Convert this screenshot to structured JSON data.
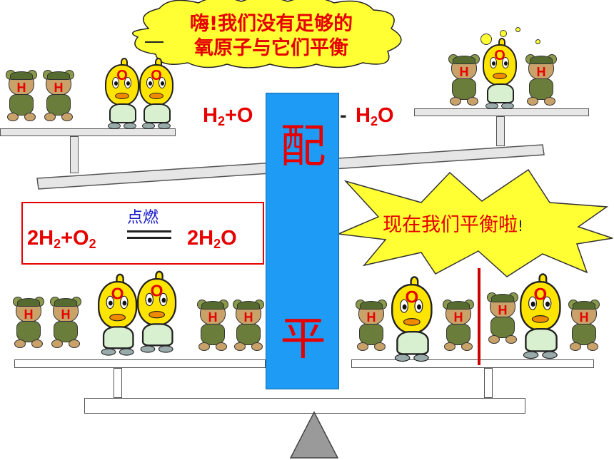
{
  "speech_bubble": {
    "line1": "嗨!我们没有足够的",
    "line2": "氧原子与它们平衡"
  },
  "top_left_pan": {
    "h_atoms": [
      "H",
      "H"
    ],
    "o_atoms": [
      "O",
      "O"
    ]
  },
  "top_right_pan": {
    "atoms": [
      "H",
      "O",
      "H"
    ]
  },
  "unbalanced_equation": {
    "h2_prefix": "H",
    "h2_sub": "2",
    "plus_o": "+O",
    "arrow": "-",
    "product": "H",
    "product_sub": "2",
    "product_o": "O"
  },
  "balanced_box": {
    "condition": "点燃",
    "coef_h2": "2H",
    "h2_sub": "2",
    "plus_o2": "+O",
    "o2_sub": "2",
    "product": "2H",
    "product_sub": "2",
    "product_o": "O"
  },
  "starburst": {
    "text": "现在我们平衡啦",
    "exclaim": "!"
  },
  "pole": {
    "top_char": "配",
    "bottom_char": "平"
  },
  "bottom_left_pan": {
    "atoms": [
      "H",
      "H",
      "O",
      "O",
      "H",
      "H"
    ]
  },
  "bottom_right_pan": {
    "atoms": [
      "H",
      "O",
      "H",
      "H",
      "O",
      "H"
    ]
  },
  "colors": {
    "accent_red": "#e60000",
    "pole_blue": "#1e9bf5",
    "bubble_yellow": "#ffff33",
    "condition_blue": "#1a1acc"
  }
}
